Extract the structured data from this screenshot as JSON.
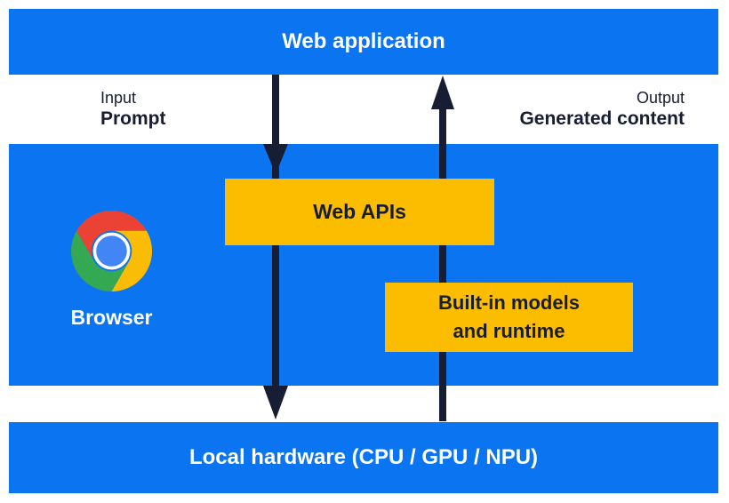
{
  "colors": {
    "section_blue": "#0b74f0",
    "box_yellow": "#fcbd00",
    "arrow_navy": "#171d33",
    "label_on_blue": "#ffffff"
  },
  "layers": {
    "web_application_label": "Web application",
    "local_hardware_label": "Local hardware (CPU / GPU / NPU)"
  },
  "io": {
    "input_caption": "Input",
    "input_label": "Prompt",
    "output_caption": "Output",
    "output_label": "Generated content"
  },
  "browser": {
    "label": "Browser",
    "icon": "chrome-icon"
  },
  "components": {
    "web_apis_label": "Web APIs",
    "builtin_models_lines": [
      "Built-in models",
      "and runtime"
    ]
  },
  "arrows": [
    {
      "name": "input-flow-arrow",
      "direction": "down"
    },
    {
      "name": "output-flow-arrow",
      "direction": "up"
    }
  ]
}
